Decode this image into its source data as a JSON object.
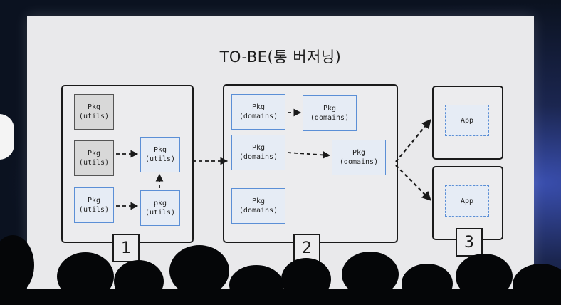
{
  "slide": {
    "title": "TO-BE(통 버저닝)"
  },
  "groups": {
    "group1": {
      "number": "1",
      "packages": [
        {
          "line1": "Pkg",
          "line2": "(utils)",
          "style": "gray"
        },
        {
          "line1": "Pkg",
          "line2": "(utils)",
          "style": "gray"
        },
        {
          "line1": "Pkg",
          "line2": "(utils)",
          "style": "blue"
        },
        {
          "line1": "Pkg",
          "line2": "(utils)",
          "style": "blue"
        },
        {
          "line1": "pkg",
          "line2": "(utils)",
          "style": "blue"
        }
      ]
    },
    "group2": {
      "number": "2",
      "packages": [
        {
          "line1": "Pkg",
          "line2": "(domains)"
        },
        {
          "line1": "Pkg",
          "line2": "(domains)"
        },
        {
          "line1": "Pkg",
          "line2": "(domains)"
        },
        {
          "line1": "Pkg",
          "line2": "(domains)"
        },
        {
          "line1": "Pkg",
          "line2": "(domains)"
        }
      ]
    },
    "group3": {
      "number": "3",
      "apps": [
        {
          "label": "App"
        },
        {
          "label": "App"
        }
      ]
    }
  },
  "colors": {
    "slide_bg": "#e9e9eb",
    "box_border": "#1a1a1a",
    "pkg_blue_border": "#5b8fd6",
    "pkg_gray_fill": "#d8d8d8"
  }
}
